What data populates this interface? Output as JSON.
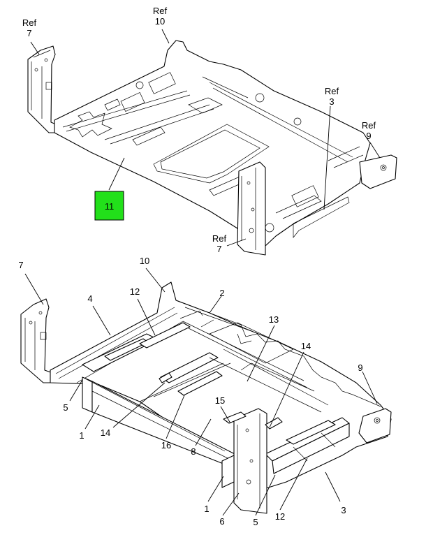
{
  "diagram": {
    "callouts": [
      {
        "id": "ref7a",
        "lines": [
          "Ref",
          "7"
        ]
      },
      {
        "id": "ref10",
        "lines": [
          "Ref",
          "10"
        ]
      },
      {
        "id": "ref3",
        "lines": [
          "Ref",
          "3"
        ]
      },
      {
        "id": "ref9",
        "lines": [
          "Ref",
          "9"
        ]
      },
      {
        "id": "ref7b",
        "lines": [
          "Ref",
          "7"
        ]
      },
      {
        "id": "c11",
        "lines": [
          "11"
        ],
        "highlight": "#22e01a"
      },
      {
        "id": "c7",
        "lines": [
          "7"
        ]
      },
      {
        "id": "c10",
        "lines": [
          "10"
        ]
      },
      {
        "id": "c4",
        "lines": [
          "4"
        ]
      },
      {
        "id": "c12a",
        "lines": [
          "12"
        ]
      },
      {
        "id": "c2",
        "lines": [
          "2"
        ]
      },
      {
        "id": "c13",
        "lines": [
          "13"
        ]
      },
      {
        "id": "c14a",
        "lines": [
          "14"
        ]
      },
      {
        "id": "c9",
        "lines": [
          "9"
        ]
      },
      {
        "id": "c5a",
        "lines": [
          "5"
        ]
      },
      {
        "id": "c1a",
        "lines": [
          "1"
        ]
      },
      {
        "id": "c14b",
        "lines": [
          "14"
        ]
      },
      {
        "id": "c16",
        "lines": [
          "16"
        ]
      },
      {
        "id": "c8",
        "lines": [
          "8"
        ]
      },
      {
        "id": "c15",
        "lines": [
          "15"
        ]
      },
      {
        "id": "c1b",
        "lines": [
          "1"
        ]
      },
      {
        "id": "c6",
        "lines": [
          "6"
        ]
      },
      {
        "id": "c5b",
        "lines": [
          "5"
        ]
      },
      {
        "id": "c12b",
        "lines": [
          "12"
        ]
      },
      {
        "id": "c3",
        "lines": [
          "3"
        ]
      }
    ]
  }
}
